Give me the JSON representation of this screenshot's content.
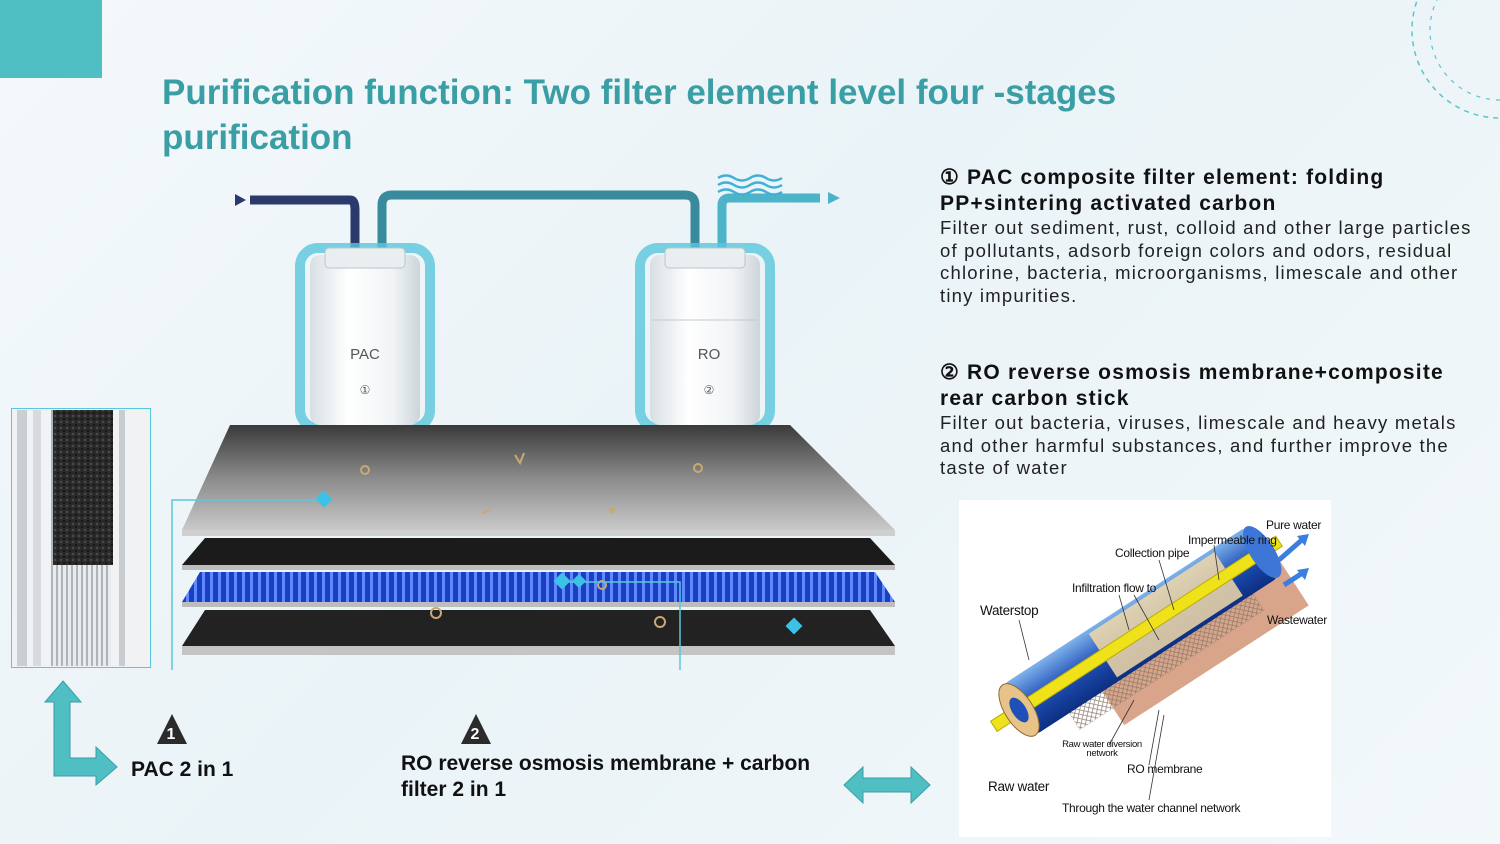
{
  "title": "Purification function: Two filter element level four -stages purification",
  "stage1": {
    "heading": "① PAC composite filter element: folding PP+sintering activated carbon",
    "text": "Filter out sediment, rust, colloid and other large particles of pollutants, adsorb foreign colors and odors, residual chlorine, bacteria, microorganisms, limescale and other tiny impurities."
  },
  "stage2": {
    "heading": "② RO reverse osmosis membrane+composite rear carbon stick",
    "text": "Filter out bacteria, viruses, limescale and heavy metals and other harmful substances, and further improve the taste of water"
  },
  "filters": {
    "pac": {
      "name": "PAC",
      "num": "①"
    },
    "ro": {
      "name": "RO",
      "num": "②"
    }
  },
  "markers": {
    "m1": "1",
    "m2": "2"
  },
  "captions": {
    "pac": "PAC 2 in 1",
    "ro": "RO reverse osmosis membrane + carbon filter 2 in 1"
  },
  "ro_diagram": {
    "pure_water": "Pure water",
    "impermeable_ring": "Impermeable ring",
    "collection_pipe": "Collection pipe",
    "infiltration": "Infiltration flow to",
    "waterstop": "Waterstop",
    "wastewater": "Wastewater",
    "diversion": "Raw water diversion network",
    "ro_membrane": "RO membrane",
    "raw_water": "Raw water",
    "channel": "Through the water channel network"
  },
  "colors": {
    "accent": "#4fbfc4",
    "title": "#3a9ea5",
    "blue": "#2a5bd8"
  }
}
